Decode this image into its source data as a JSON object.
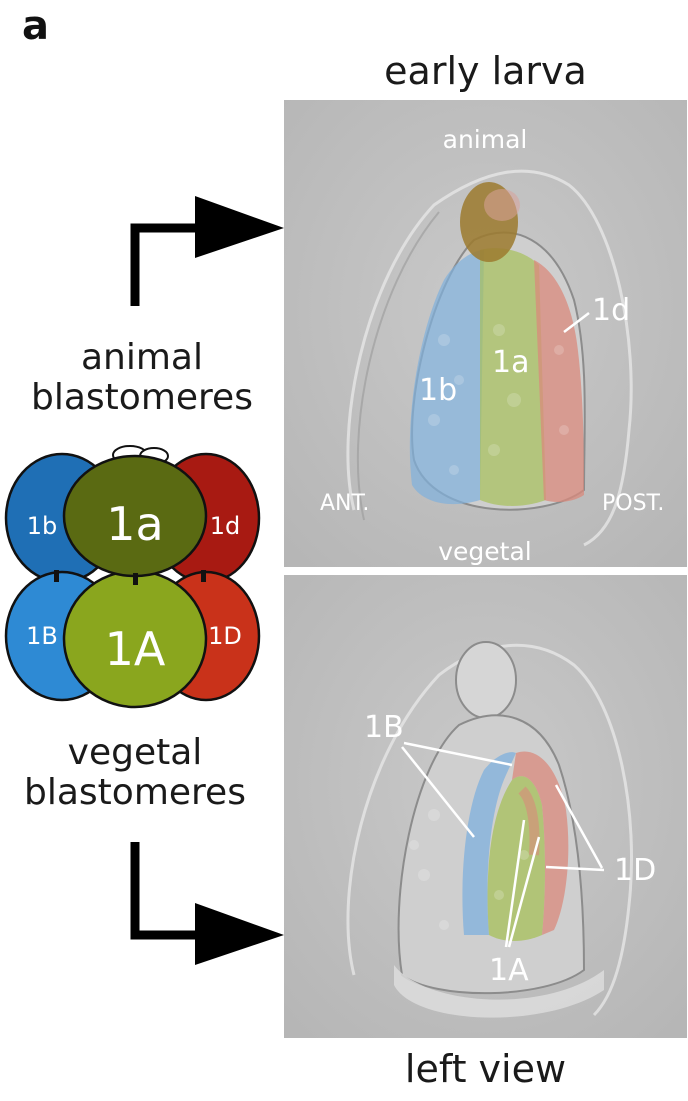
{
  "panel_label": "a",
  "top_title": "early larva",
  "bottom_title": "left view",
  "animal_label_line1": "animal",
  "animal_label_line2": "blastomeres",
  "vegetal_label_line1": "vegetal",
  "vegetal_label_line2": "blastomeres",
  "embryo": {
    "cells": [
      "1b",
      "1a",
      "1d",
      "1B",
      "1A",
      "1D"
    ],
    "colors": {
      "1b": "#1f6fb5",
      "1a": "#5a6a12",
      "1d": "#a81a12",
      "1B": "#2e8ad4",
      "1A": "#8aa61e",
      "1D": "#c9321a"
    }
  },
  "top_panel": {
    "axis": {
      "top": "animal",
      "bottom": "vegetal",
      "left": "ANT.",
      "right": "POST."
    },
    "labels": [
      "1b",
      "1a",
      "1d"
    ]
  },
  "bottom_panel": {
    "labels": [
      "1B",
      "1A",
      "1D"
    ]
  },
  "overlay_colors": {
    "blue": "#7fb0dd",
    "green": "#a7c05a",
    "red": "#d98a7c",
    "brown": "#9c7a2e"
  }
}
